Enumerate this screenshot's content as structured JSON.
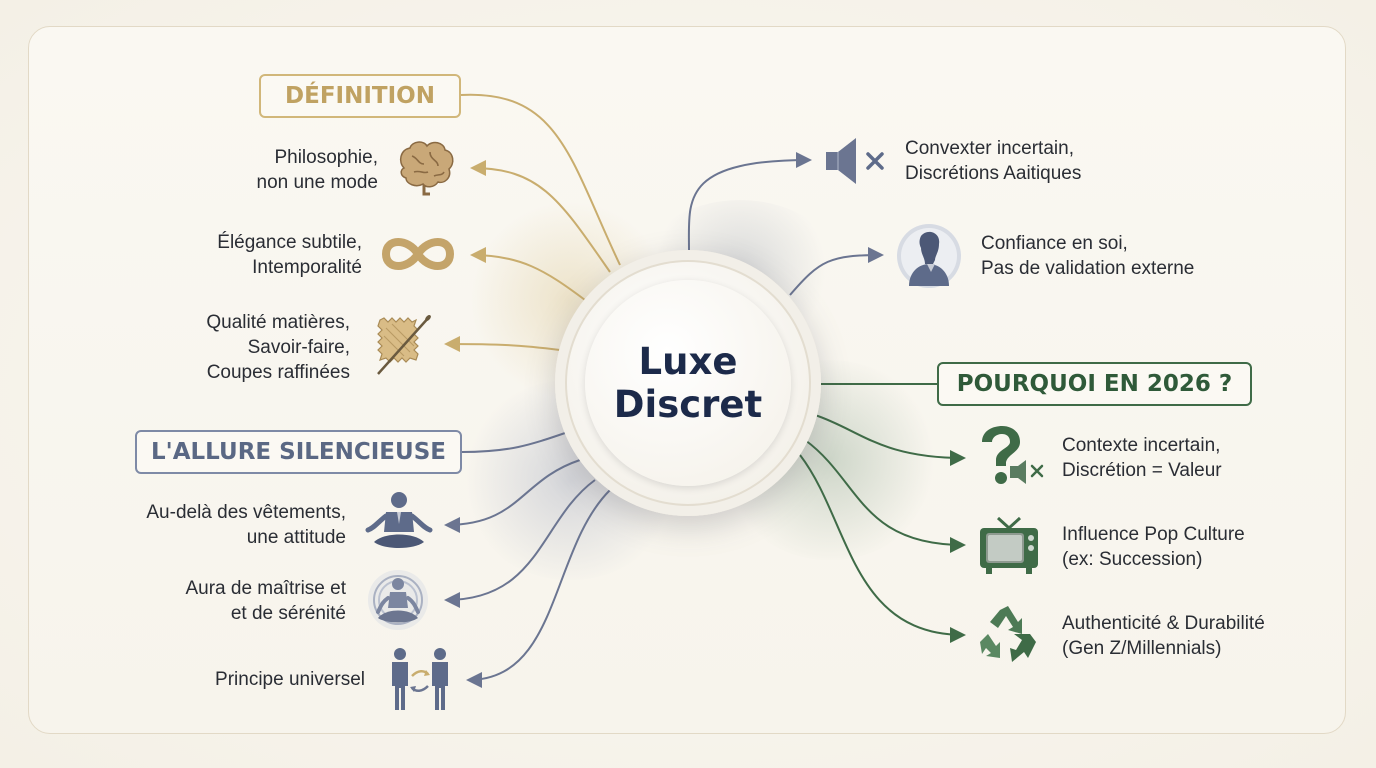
{
  "center": {
    "title": "Luxe\nDiscret"
  },
  "definition": {
    "heading": "DÉFINITION",
    "items": [
      {
        "label": "Philosophie,\nnon une mode",
        "icon": "brain-icon"
      },
      {
        "label": "Élégance subtile,\nIntemporalité",
        "icon": "infinity-icon"
      },
      {
        "label": "Qualité matières,\nSavoir-faire,\nCoupes raffinées",
        "icon": "fabric-needle-icon"
      }
    ]
  },
  "allure": {
    "heading": "L'ALLURE SILENCIEUSE",
    "items": [
      {
        "label": "Au-delà des vêtements,\nune attitude",
        "icon": "meditating-businessman-icon"
      },
      {
        "label": "Aura de maîtrise et\net de sérénité",
        "icon": "meditation-aura-icon"
      },
      {
        "label": "Principe universel",
        "icon": "people-exchange-icon"
      }
    ]
  },
  "top_right": {
    "items": [
      {
        "label": "Convexter incertain,\nDiscrétions Aaitiques",
        "icon": "muted-speaker-icon"
      },
      {
        "label": "Confiance en soi,\nPas de validation externe",
        "icon": "woman-profile-icon"
      }
    ]
  },
  "pourquoi": {
    "heading": "POURQUOI EN 2026 ?",
    "items": [
      {
        "label": "Contexte incertain,\nDiscrétion = Valeur",
        "icon": "question-mute-icon"
      },
      {
        "label": "Influence Pop Culture\n(ex: Succession)",
        "icon": "tv-icon"
      },
      {
        "label": "Authenticité & Durabilité\n(Gen Z/Millennials)",
        "icon": "recycle-icon"
      }
    ]
  },
  "colors": {
    "gold": "#c9ad6e",
    "slate": "#6b7591",
    "green": "#3f6b47",
    "navy": "#1c2a4a"
  }
}
